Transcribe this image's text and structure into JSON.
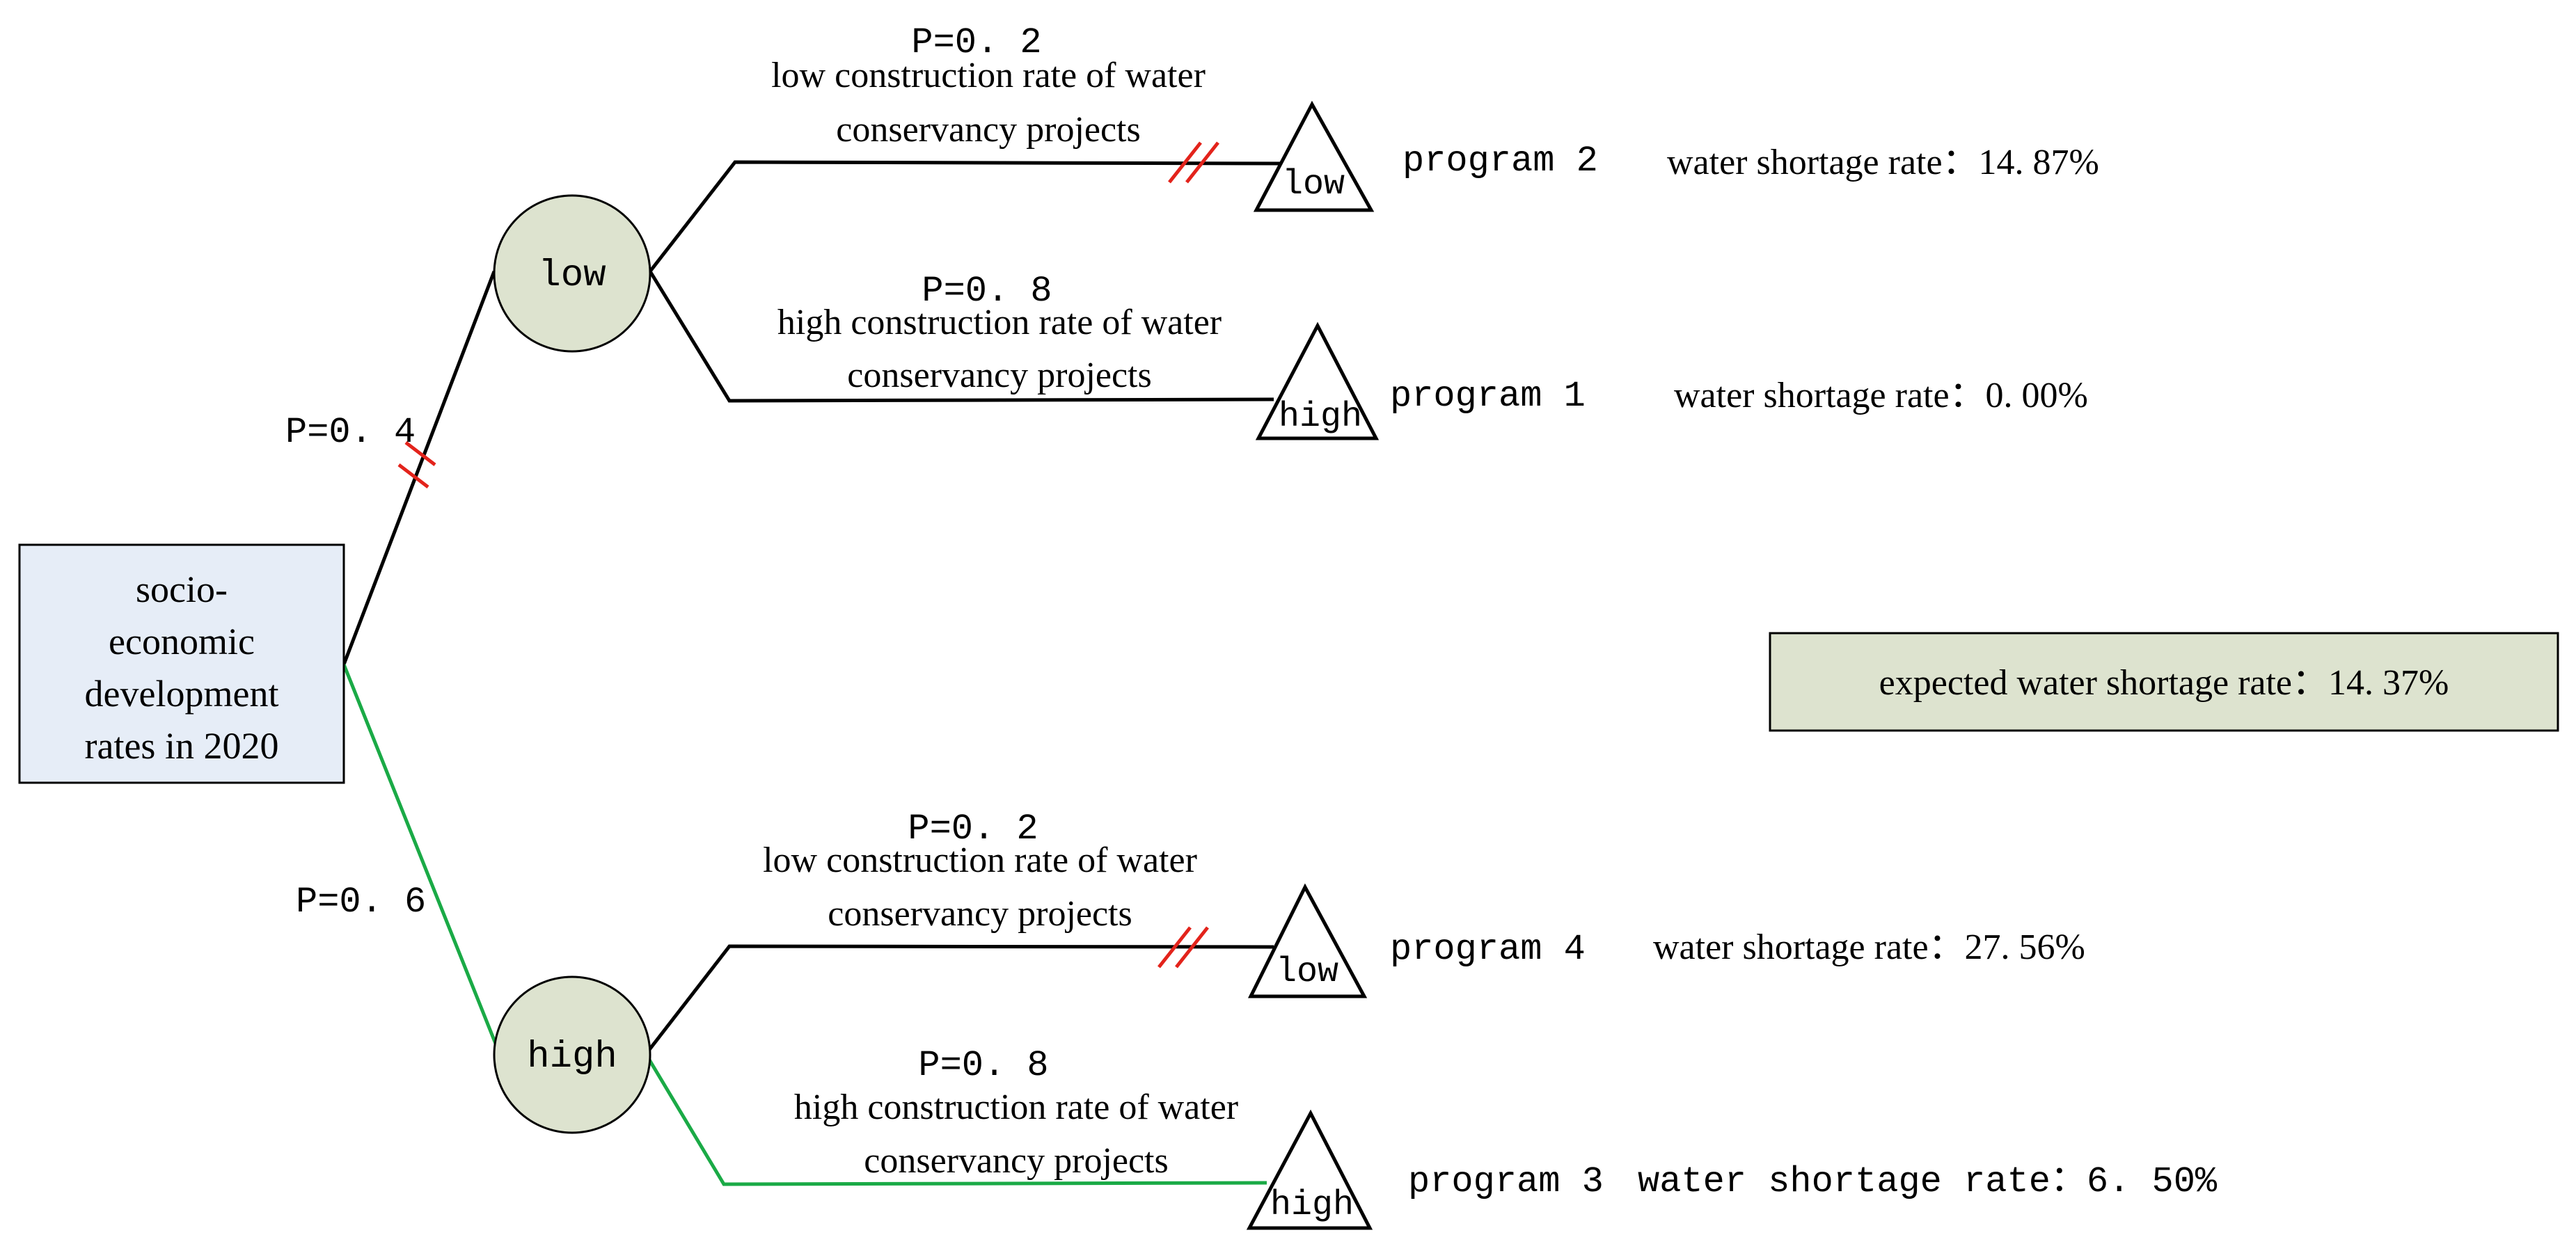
{
  "colors": {
    "root_box_fill": "#e6edf7",
    "chance_node_fill": "#dde3cf",
    "result_box_fill": "#dde3cf",
    "optimal_path": "#1aaa46",
    "pruned_mark": "#e3231b",
    "line": "#000000"
  },
  "root": {
    "label_lines": [
      "socio-",
      "economic",
      "development",
      "rates in 2020"
    ]
  },
  "branches": {
    "upper_prob": "P=0. 4",
    "lower_prob": "P=0. 6"
  },
  "chance_nodes": {
    "low": "low",
    "high": "high"
  },
  "outcomes": [
    {
      "prob": "P=0. 2",
      "desc_line1": "low construction rate of water",
      "desc_line2": "conservancy projects",
      "tri_label": "low",
      "program": "program 2",
      "rate": "water shortage rate：14. 87%"
    },
    {
      "prob": "P=0. 8",
      "desc_line1": "high construction rate of water",
      "desc_line2": "conservancy projects",
      "tri_label": "high",
      "program": "program 1",
      "rate": "water shortage rate：0. 00%"
    },
    {
      "prob": "P=0. 2",
      "desc_line1": "low construction rate of water",
      "desc_line2": "conservancy projects",
      "tri_label": "low",
      "program": "program 4",
      "rate": "water shortage rate：27. 56%"
    },
    {
      "prob": "P=0. 8",
      "desc_line1": "high construction rate of water",
      "desc_line2": "conservancy projects",
      "tri_label": "high",
      "program": "program 3",
      "rate": "water shortage rate：6. 50%"
    }
  ],
  "expected": {
    "text": "expected water shortage rate：14. 37%"
  }
}
